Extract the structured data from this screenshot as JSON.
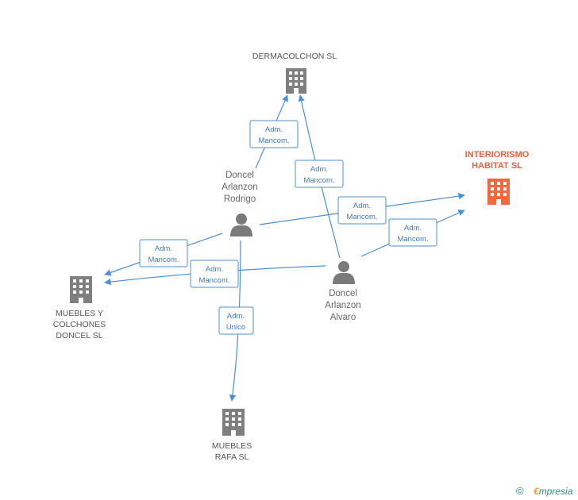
{
  "colors": {
    "edge": "#4a90d9",
    "label_border": "#4a90d9",
    "label_text": "#3a7ac8",
    "building": "#7f7f7f",
    "building_highlight": "#f26a3c",
    "person": "#7a7a7a",
    "node_label": "#555555",
    "node_label_highlight": "#e8633a"
  },
  "companies": {
    "dermacolchon": {
      "label": "DERMACOLCHON SL",
      "icon": "building-icon"
    },
    "interiorismo": {
      "line1": "INTERIORISMO",
      "line2": "HABITAT SL",
      "icon": "building-icon",
      "highlight": true
    },
    "muebles_colchones": {
      "line1": "MUEBLES Y",
      "line2": "COLCHONES",
      "line3": "DONCEL SL",
      "icon": "building-icon"
    },
    "muebles_rafa": {
      "line1": "MUEBLES",
      "line2": "RAFA SL",
      "icon": "building-icon"
    }
  },
  "persons": {
    "rodrigo": {
      "line1": "Doncel",
      "line2": "Arlanzon",
      "line3": "Rodrigo",
      "icon": "person-icon"
    },
    "alvaro": {
      "line1": "Doncel",
      "line2": "Arlanzon",
      "line3": "Alvaro",
      "icon": "person-icon"
    }
  },
  "edges": [
    {
      "id": "rodrigo-dermacolchon",
      "from": "Doncel Arlanzon Rodrigo",
      "to": "DERMACOLCHON SL",
      "line1": "Adm.",
      "line2": "Mancom."
    },
    {
      "id": "alvaro-dermacolchon",
      "from": "Doncel Arlanzon Alvaro",
      "to": "DERMACOLCHON SL",
      "line1": "Adm.",
      "line2": "Mancom."
    },
    {
      "id": "rodrigo-interiorismo",
      "from": "Doncel Arlanzon Rodrigo",
      "to": "INTERIORISMO HABITAT SL",
      "line1": "Adm.",
      "line2": "Mancom."
    },
    {
      "id": "alvaro-interiorismo",
      "from": "Doncel Arlanzon Alvaro",
      "to": "INTERIORISMO HABITAT SL",
      "line1": "Adm.",
      "line2": "Mancom."
    },
    {
      "id": "rodrigo-muebles-colchones",
      "from": "Doncel Arlanzon Rodrigo",
      "to": "MUEBLES Y COLCHONES DONCEL SL",
      "line1": "Adm.",
      "line2": "Mancom."
    },
    {
      "id": "alvaro-muebles-colchones",
      "from": "Doncel Arlanzon Alvaro",
      "to": "MUEBLES Y COLCHONES DONCEL SL",
      "line1": "Adm.",
      "line2": "Mancom."
    },
    {
      "id": "rodrigo-muebles-rafa",
      "from": "Doncel Arlanzon Rodrigo",
      "to": "MUEBLES RAFA SL",
      "line1": "Adm.",
      "line2": "Unico"
    }
  ],
  "footer": {
    "copyright": "©",
    "brand_initial": "€",
    "brand_rest": "mpresia"
  }
}
